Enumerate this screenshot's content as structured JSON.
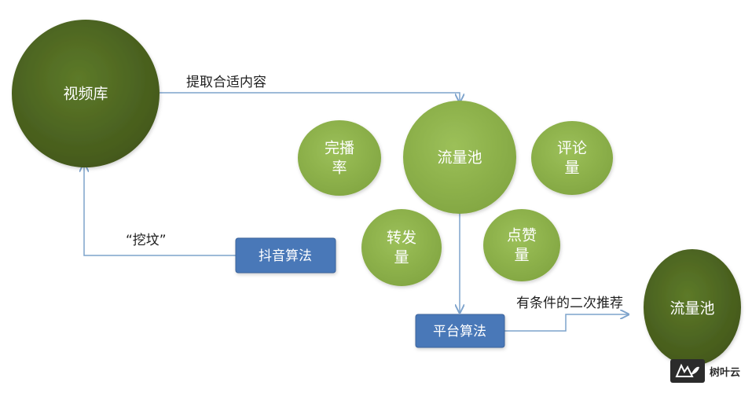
{
  "nodes": {
    "video_library": "视频库",
    "pool_main": "流量池",
    "pool_secondary": "流量池",
    "completion_rate": [
      "完播",
      "率"
    ],
    "comment_count": [
      "评论",
      "量"
    ],
    "repost_count": [
      "转发",
      "量"
    ],
    "like_count": [
      "点赞",
      "量"
    ],
    "douyin_algorithm": "抖音算法",
    "platform_algorithm": "平台算法"
  },
  "edges": {
    "extract": "提取合适内容",
    "dig": "“挖坟”",
    "conditional": "有条件的二次推荐"
  },
  "watermark": {
    "text": "树叶云",
    "logo_icon": "leaf-logo-icon"
  },
  "colors": {
    "dark_green": "#4f6a22",
    "light_green": "#8db24a",
    "box_blue": "#4a78b8",
    "arrow": "#7da3cc"
  }
}
